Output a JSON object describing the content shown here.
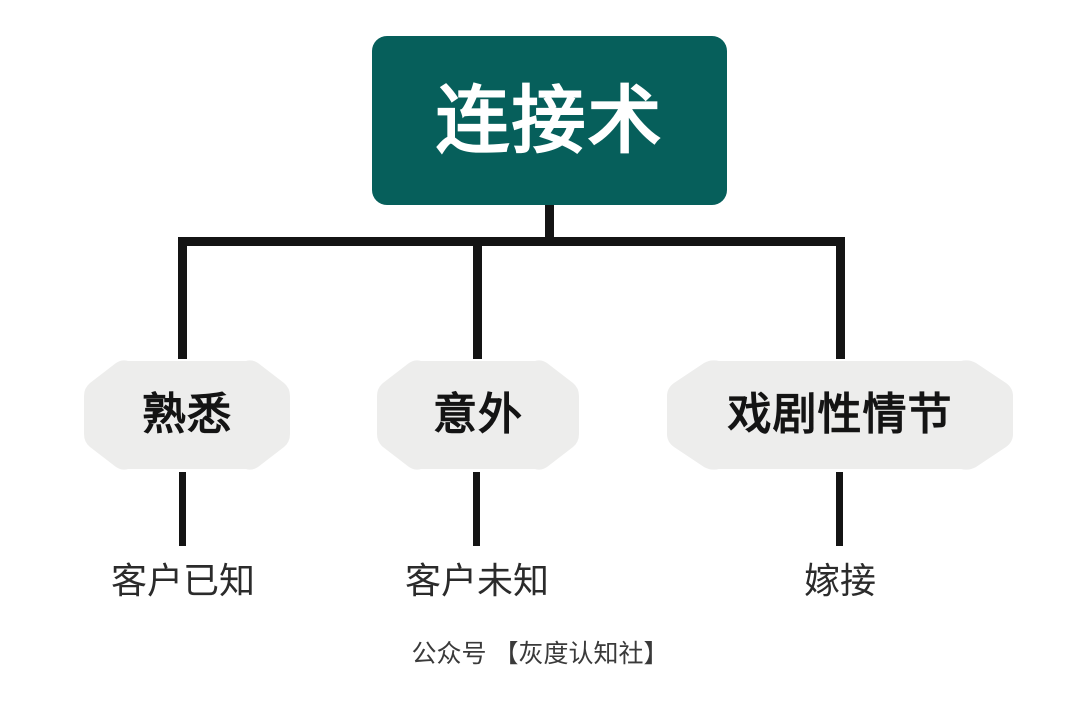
{
  "diagram": {
    "type": "org-chart-tree",
    "background_color": "#ffffff",
    "line_color": "#141414",
    "root": {
      "label": "连接术",
      "fill_color": "#065f5b",
      "text_color": "#ffffff"
    },
    "branches": [
      {
        "label": "熟悉",
        "fill_color": "#ededec",
        "text_color": "#141414",
        "leaf": "客户已知"
      },
      {
        "label": "意外",
        "fill_color": "#ededec",
        "text_color": "#141414",
        "leaf": "客户未知"
      },
      {
        "label": "戏剧性情节",
        "fill_color": "#ededec",
        "text_color": "#141414",
        "leaf": "嫁接"
      }
    ],
    "footer": "公众号 【灰度认知社】"
  }
}
